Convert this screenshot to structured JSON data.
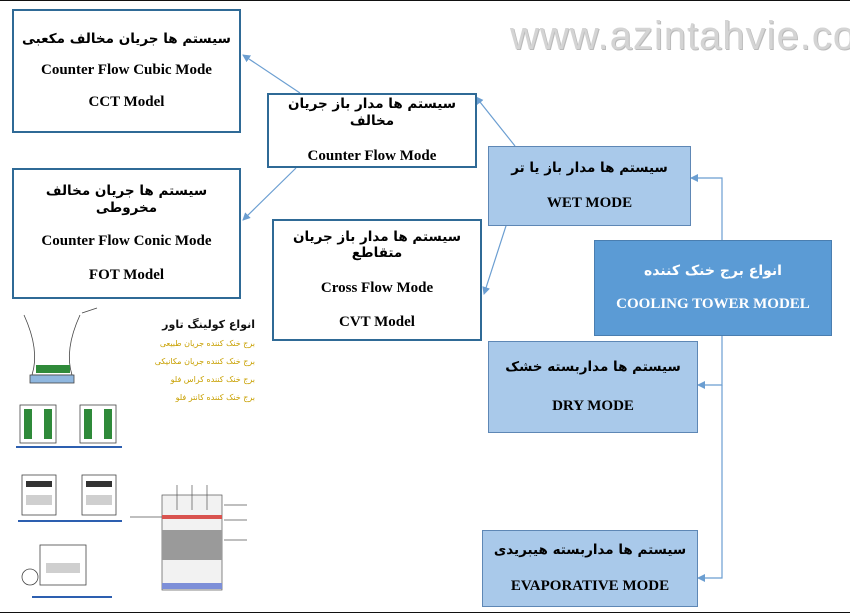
{
  "watermark": "www.azintahvie.com",
  "boxes": {
    "counter_cubic": {
      "fa": "سیستم ها جریان مخالف مکعبی",
      "en1": "Counter Flow Cubic Mode",
      "en2": "CCT Model"
    },
    "counter_conic": {
      "fa": "سیستم ها جریان مخالف مخروطی",
      "en1": "Counter Flow Conic Mode",
      "en2": "FOT Model"
    },
    "counter_flow": {
      "fa": "سیستم ها مدار باز جریان مخالف",
      "en1": "Counter Flow Mode"
    },
    "cross_flow": {
      "fa": "سیستم ها مدار باز جریان متقاطع",
      "en1": "Cross Flow Mode",
      "en2": "CVT Model"
    },
    "wet": {
      "fa": "سیستم ها مدار باز یا تر",
      "en1": "WET MODE"
    },
    "cooling_tower": {
      "fa": "انواع برج خنک کننده",
      "en1": "COOLING TOWER MODEL"
    },
    "dry": {
      "fa": "سیستم ها مداربسته خشک",
      "en1": "DRY MODE"
    },
    "evaporative": {
      "fa": "سیستم ها مداربسته هیبریدی",
      "en1": "EVAPORATIVE MODE"
    }
  },
  "thumbnail_legend": {
    "title": "انواع کولینگ تاور",
    "items": [
      "برج خنک کننده جریان طبیعی",
      "برج خنک کننده جریان مکانیکی",
      "برج خنک کننده کراس فلو",
      "برج خنک کننده کانتر فلو"
    ]
  },
  "colors": {
    "border_dark": "#2f6a96",
    "light_box": "#a9c9ea",
    "main_box": "#5b9bd5",
    "connector": "#6b9ed1"
  }
}
